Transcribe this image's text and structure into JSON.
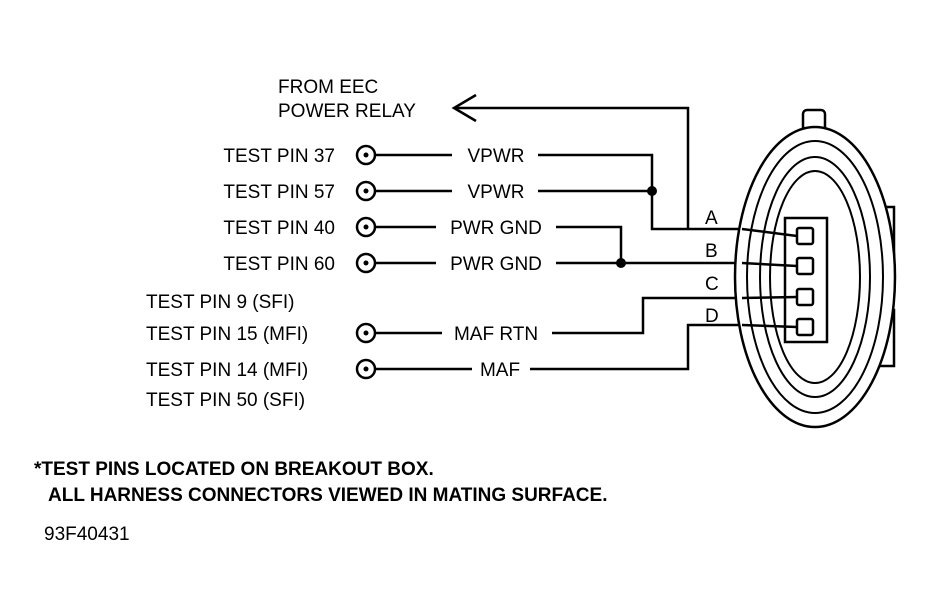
{
  "relay_label": [
    "FROM EEC",
    "POWER RELAY"
  ],
  "test_pins": [
    {
      "label": "TEST PIN 37",
      "wire": "VPWR"
    },
    {
      "label": "TEST PIN 57",
      "wire": "VPWR"
    },
    {
      "label": "TEST PIN 40",
      "wire": "PWR GND"
    },
    {
      "label": "TEST PIN 60",
      "wire": "PWR GND"
    },
    {
      "label": "TEST PIN 15 (MFI)",
      "wire": "MAF RTN"
    },
    {
      "label": "TEST PIN 14 (MFI)",
      "wire": "MAF"
    }
  ],
  "aux_labels": [
    "TEST PIN 9 (SFI)",
    "TEST PIN 50 (SFI)"
  ],
  "terminals": [
    "A",
    "B",
    "C",
    "D"
  ],
  "notes": [
    "*TEST PINS LOCATED ON BREAKOUT BOX.",
    "ALL HARNESS CONNECTORS VIEWED IN MATING SURFACE."
  ],
  "figure_code": "93F40431"
}
